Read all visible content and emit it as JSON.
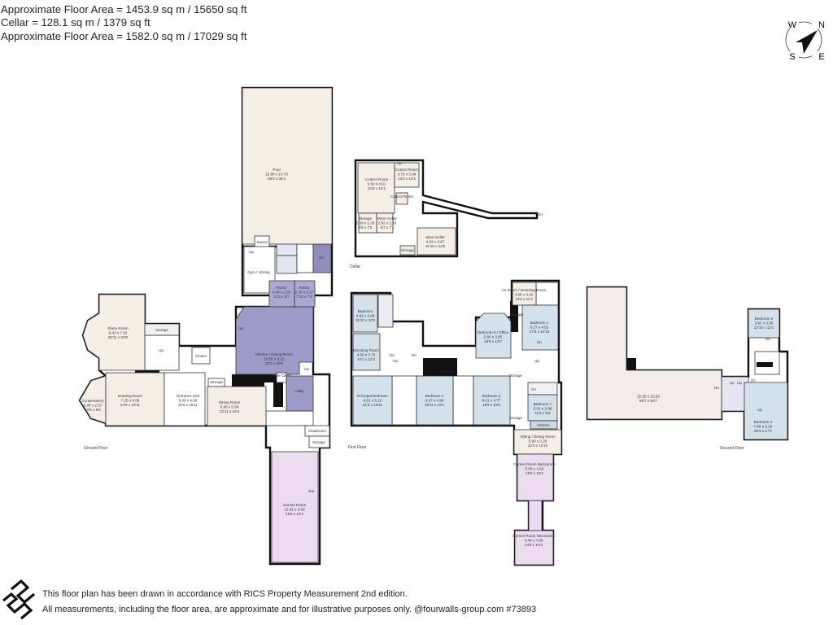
{
  "header": {
    "lines": [
      "Approximate Floor Area = 1453.9 sq m / 15650 sq ft",
      "Cellar = 128.1 sq m / 1379 sq ft",
      "Approximate Floor Area = 1582.0 sq m / 17029 sq ft"
    ]
  },
  "compass": {
    "n": "N",
    "e": "E",
    "s": "S",
    "w": "W"
  },
  "colors": {
    "cream": "#f4eee5",
    "kitchen": "#9d9bc8",
    "pantry": "#aaa8d0",
    "bedroom": "#d3e1ea",
    "games": "#ecdcef",
    "attic": "#f4ebeb",
    "pool_water": "#dfe6f3",
    "wall": "#111111"
  },
  "floors": {
    "ground": {
      "label": "Ground Floor",
      "rooms": [
        {
          "id": "pool",
          "name": "Pool",
          "metric": "19.90 x 10.76",
          "imperial": "65'0 x 35'4"
        },
        {
          "id": "sauna",
          "name": "Sauna"
        },
        {
          "id": "gym",
          "name": "Gym / Library"
        },
        {
          "id": "pantry1",
          "name": "Pantry",
          "metric": "3.48 x 2.83",
          "imperial": "11'3 x 9'7"
        },
        {
          "id": "pantry2",
          "name": "Pantry",
          "metric": "2.39 x 2.37",
          "imperial": "7'10 x 7'9"
        },
        {
          "id": "kitchen",
          "name": "Kitchen / Dining Room",
          "metric": "10.05 x 8.15",
          "imperial": "33'0 x 26'9"
        },
        {
          "id": "piano",
          "name": "Piano Room",
          "metric": "9.43 x 7.02",
          "imperial": "30'11 x 23'0"
        },
        {
          "id": "storage1",
          "name": "Storage"
        },
        {
          "id": "cloaks",
          "name": "Cloaks"
        },
        {
          "id": "conservatory",
          "name": "Conservatory",
          "metric": "5.90 x 2.67",
          "imperial": "19'5 x 8'9"
        },
        {
          "id": "drawing",
          "name": "Drawing Room",
          "metric": "7.25 x 6.08",
          "imperial": "23'9 x 19'11"
        },
        {
          "id": "entrance",
          "name": "Entrance Hall",
          "metric": "6.09 x 4.86",
          "imperial": "20'0 x 15'11"
        },
        {
          "id": "storage2",
          "name": "Storage"
        },
        {
          "id": "dining",
          "name": "Dining Room",
          "metric": "6.98 x 5.59",
          "imperial": "22'11 x 18'4"
        },
        {
          "id": "winecellar_g",
          "name": "Wine Cellar"
        },
        {
          "id": "utility",
          "name": "Utility"
        },
        {
          "id": "cloakroom",
          "name": "Cloakroom"
        },
        {
          "id": "storage3",
          "name": "Storage"
        },
        {
          "id": "games",
          "name": "Games Room",
          "metric": "13.91 x 5.89",
          "imperial": "45'8 x 19'4"
        }
      ],
      "marks": [
        "Up",
        "Up",
        "Dn",
        "Up",
        "Up",
        "Bar"
      ]
    },
    "cellar": {
      "label": "Cellar",
      "rooms": [
        {
          "id": "control1",
          "name": "Control Room",
          "metric": "6.60 x 4.61",
          "imperial": "21'8 x 15'1"
        },
        {
          "id": "control2",
          "name": "Control Room",
          "metric": "3.72 x 3.09",
          "imperial": "12'2 x 10'2"
        },
        {
          "id": "control3",
          "name": "Control Room"
        },
        {
          "id": "storage_c",
          "name": "Storage",
          "metric": "2.59 x 2.26",
          "imperial": "8'6 x 7'5"
        },
        {
          "id": "wine1",
          "name": "Wine Cellar",
          "metric": "2.92 x 2.16",
          "imperial": "9'7 x 7'1"
        },
        {
          "id": "wine2",
          "name": "Wine Cellar",
          "metric": "4.83 x 3.67",
          "imperial": "15'10 x 12'0"
        },
        {
          "id": "storage_c2",
          "name": "Storage"
        }
      ],
      "marks": [
        "Dn",
        "Up"
      ]
    },
    "first": {
      "label": "First Floor",
      "rooms": [
        {
          "id": "bedroom_ff",
          "name": "Bedroom",
          "metric": "4.82 x 3.09",
          "imperial": "15'10 x 10'2"
        },
        {
          "id": "dressing",
          "name": "Dressing Room",
          "metric": "4.60 x 3.76",
          "imperial": "15'1 x 12'4"
        },
        {
          "id": "principal",
          "name": "Principal Bedroom",
          "metric": "6.61 x 5.15",
          "imperial": "21'8 x 16'11"
        },
        {
          "id": "bedroom2",
          "name": "Bedroom 2",
          "metric": "6.07 x 4.90",
          "imperial": "19'11 x 16'1"
        },
        {
          "id": "bedroom3",
          "name": "Bedroom 3",
          "metric": "6.01 x 4.77",
          "imperial": "19'9 x 15'8"
        },
        {
          "id": "office",
          "name": "Bedroom 6 / Office",
          "metric": "5.93 x 3.85",
          "imperial": "19'5 x 12'7"
        },
        {
          "id": "artroom",
          "name": "Art Room / Dressing Room",
          "metric": "3.65 x 3.42",
          "imperial": "12'0 x 11'3"
        },
        {
          "id": "bedroom1",
          "name": "Bedroom 1",
          "metric": "5.27 x 4.52",
          "imperial": "17'3 x 14'10"
        },
        {
          "id": "bedroom7",
          "name": "Bedroom 7",
          "metric": "3.51 x 2.86",
          "imperial": "11'6 x 9'5"
        },
        {
          "id": "kitchen_ff",
          "name": "Kitchen"
        },
        {
          "id": "sitting",
          "name": "Sitting / Dining Room",
          "metric": "5.90 x 3.29",
          "imperial": "12'4 x 10'10"
        },
        {
          "id": "mezz1",
          "name": "Games Room Mezzanine",
          "metric": "5.06 x 4.59",
          "imperial": "16'5 x 15'1"
        },
        {
          "id": "mezz2",
          "name": "Games Room Mezzanine",
          "metric": "4.49 x 4.35",
          "imperial": "14'9 x 14'3"
        }
      ],
      "marks": [
        "Dn",
        "Up",
        "Dn",
        "Dn",
        "Up",
        "Dn",
        "Storage",
        "Storage",
        "Storage",
        "Storage"
      ]
    },
    "second": {
      "label": "Second Floor",
      "rooms": [
        {
          "id": "attic",
          "name": "",
          "metric": "15.35 x 15.82",
          "imperial": "50'7 x 50'7"
        },
        {
          "id": "bedroom5",
          "name": "Bedroom 5",
          "metric": "3.92 x 3.68",
          "imperial": "12'10 x 12'1"
        },
        {
          "id": "bedroom4",
          "name": "Bedroom 4",
          "metric": "7.90 x 5.20",
          "imperial": "25'9 x 17'1"
        }
      ],
      "marks": [
        "Dn",
        "Up",
        "Up",
        "Dn",
        "Dn",
        "Up"
      ]
    }
  },
  "footer": {
    "lines": [
      "This floor plan has been drawn in accordance with RICS Property Measurement 2nd edition.",
      "All measurements, including the floor area, are approximate and for illustrative purposes only. @fourwalls-group.com #73893"
    ]
  }
}
